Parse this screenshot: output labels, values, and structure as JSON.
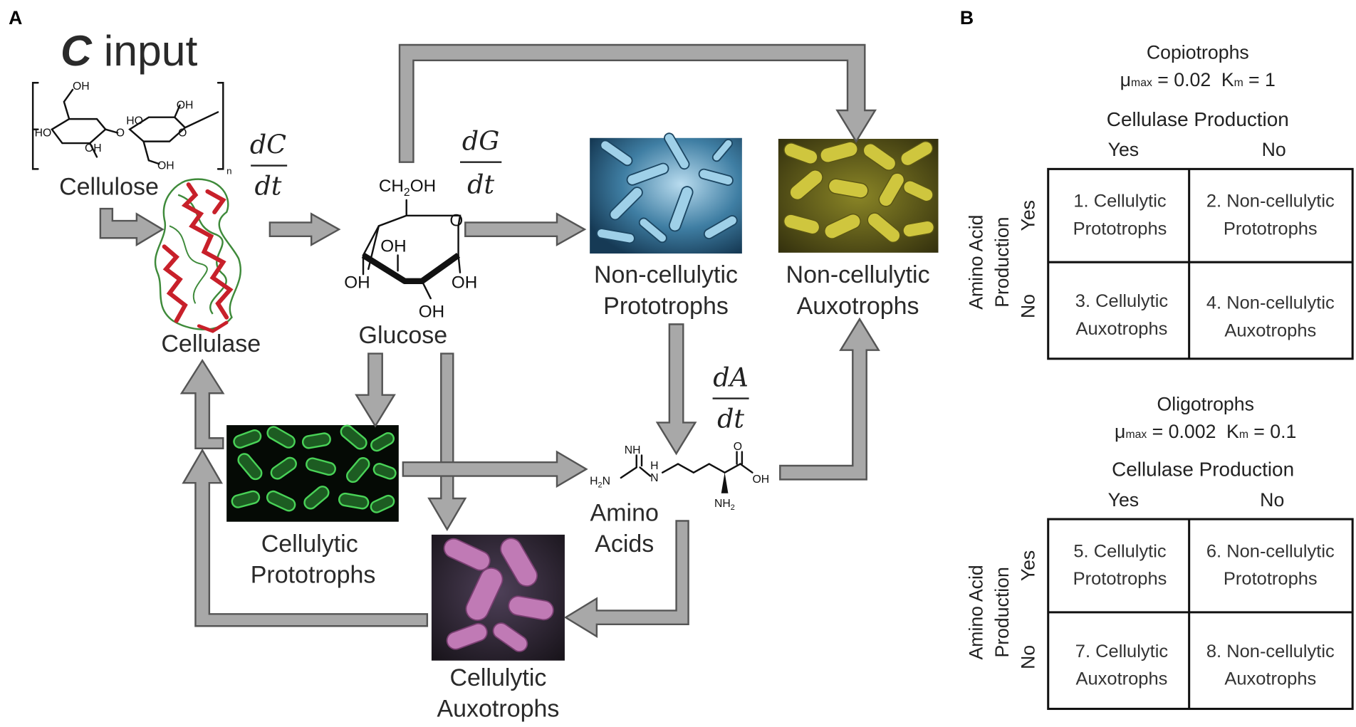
{
  "panel_a": {
    "label": "A",
    "title_c": "C",
    "title_rest": " input",
    "cellulose": "Cellulose",
    "cellulase": "Cellulase",
    "glucose": "Glucose",
    "amino": [
      "Amino",
      "Acids"
    ],
    "noncell_proto": [
      "Non-cellulytic",
      "Prototrophs"
    ],
    "noncell_auxo": [
      "Non-cellulytic",
      "Auxotrophs"
    ],
    "cell_proto": [
      "Cellulytic",
      "Prototrophs"
    ],
    "cell_auxo": [
      "Cellulytic",
      "Auxotrophs"
    ],
    "dC": "dC",
    "dG": "dG",
    "dA": "dA",
    "dt": "dt",
    "chem": {
      "oh": "OH",
      "ho": "HO",
      "n": "n",
      "ch2oh_ch": "CH",
      "ch2oh_sub": "2",
      "ch2oh_oh": "OH",
      "o": "O",
      "nh": "NH",
      "h2n_h": "H",
      "h2n_sub": "2",
      "h2n_n": "N",
      "h": "H",
      "n_atom": "N",
      "nh2_nh": "NH",
      "nh2_sub": "2"
    }
  },
  "panel_b": {
    "label": "B",
    "tables": [
      {
        "title": "Copiotrophs",
        "mu": "μ",
        "mu_sub": "max",
        "mu_val": " = 0.02",
        "k": "K",
        "k_sub": "m",
        "k_val": "= 1",
        "col_header": "Cellulase Production",
        "col_yes": "Yes",
        "col_no": "No",
        "row_header": [
          "Amino Acid",
          "Production"
        ],
        "row_yes": "Yes",
        "row_no": "No",
        "cells": [
          [
            "1. Cellulytic",
            "Prototrophs"
          ],
          [
            "2. Non-cellulytic",
            "Prototrophs"
          ],
          [
            "3. Cellulytic",
            "Auxotrophs"
          ],
          [
            "4. Non-cellulytic",
            "Auxotrophs"
          ]
        ]
      },
      {
        "title": "Oligotrophs",
        "mu": "μ",
        "mu_sub": "max",
        "mu_val": " = 0.002",
        "k": "K",
        "k_sub": "m",
        "k_val": "= 0.1",
        "col_header": "Cellulase Production",
        "col_yes": "Yes",
        "col_no": "No",
        "row_header": [
          "Amino Acid",
          "Production"
        ],
        "row_yes": "Yes",
        "row_no": "No",
        "cells": [
          [
            "5. Cellulytic",
            "Prototrophs"
          ],
          [
            "6. Non-cellulytic",
            "Prototrophs"
          ],
          [
            "7. Cellulytic",
            "Auxotrophs"
          ],
          [
            "8. Non-cellulytic",
            "Auxotrophs"
          ]
        ]
      }
    ]
  },
  "colors": {
    "arrow_fill": "#a8a8a8",
    "arrow_stroke": "#555555",
    "cellulase_red": "#c8202a",
    "cellulase_green": "#3e8a3a",
    "noncell_proto_bg": "#1f4a66",
    "noncell_proto_cell": "#8fc4de",
    "noncell_auxo_bg": "#3f3a12",
    "noncell_auxo_cell": "#c9c23a",
    "cell_proto_bg": "#050a05",
    "cell_proto_cell": "#3fbf4a",
    "cell_auxo_bg": "#2a2530",
    "cell_auxo_cell": "#c07ab5"
  }
}
